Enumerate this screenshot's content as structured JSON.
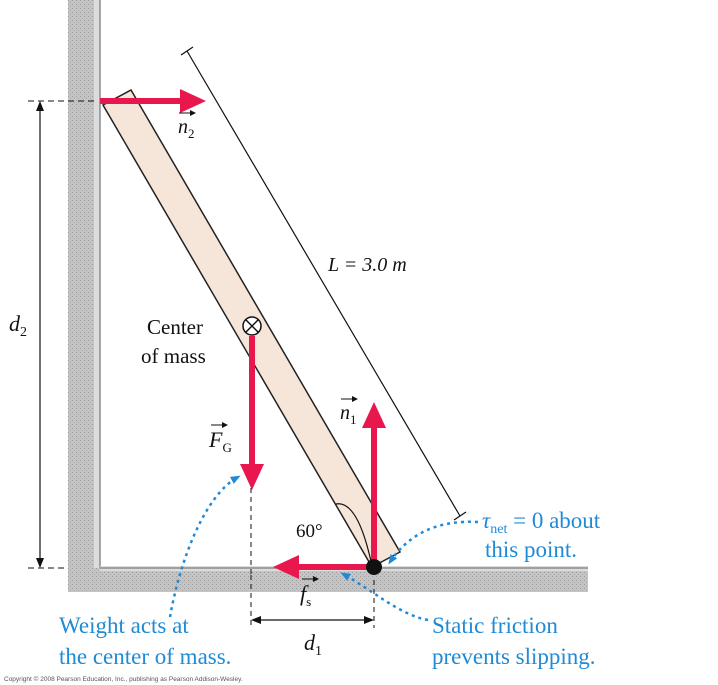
{
  "colors": {
    "force": "#e8184f",
    "annotation": "#1f8ad6",
    "wall": "#b8b8b8",
    "ladder_fill": "#f6e6da",
    "ink": "#111111"
  },
  "labels": {
    "n2_letter": "n",
    "n2_sub": "2",
    "n1_letter": "n",
    "n1_sub": "1",
    "fg_letter": "F",
    "fg_sub": "G",
    "fs_letter": "f",
    "fs_sub": "s",
    "d2_letter": "d",
    "d2_sub": "2",
    "d1_letter": "d",
    "d1_sub": "1",
    "length": "L = 3.0 m",
    "center_line1": "Center",
    "center_line2": "of mass",
    "angle": "60°"
  },
  "annotations": {
    "torque_tau": "τ",
    "torque_sub": "net",
    "torque_rest": " = 0 about",
    "torque_line2": "this point.",
    "weight_line1": "Weight acts at",
    "weight_line2": "the center of mass.",
    "friction_line1": "Static friction",
    "friction_line2": "prevents slipping."
  },
  "copyright": "Copyright © 2008 Pearson Education, Inc., publishing as Pearson Addison-Wesley."
}
